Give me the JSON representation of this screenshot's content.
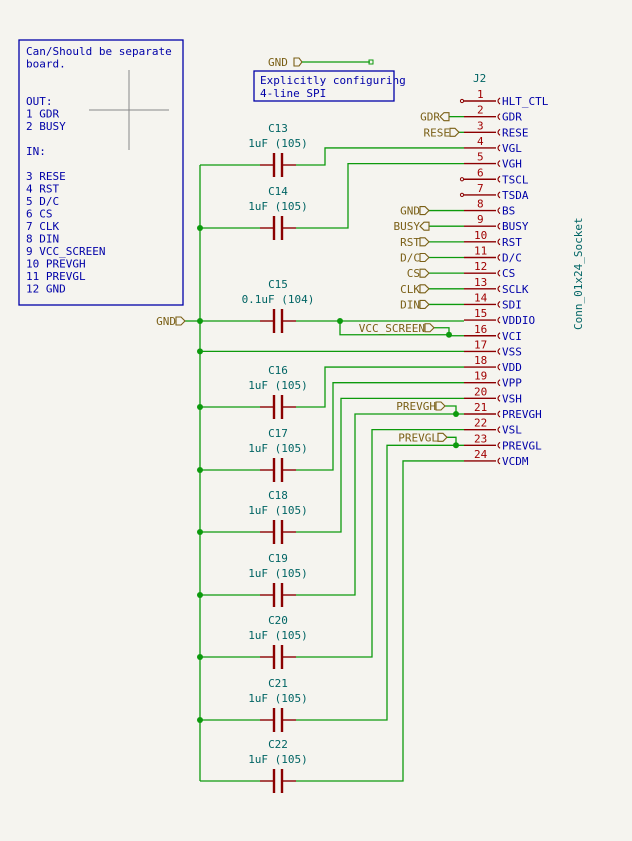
{
  "note": {
    "lines": [
      "Can/Should be separate",
      "board.",
      "",
      "",
      "OUT:",
      "1 GDR",
      "2 BUSY",
      "",
      "IN:",
      "",
      "3 RESE",
      "4 RST",
      "5 D/C",
      "6 CS",
      "7 CLK",
      "8 DIN",
      "9 VCC_SCREEN",
      "10 PREVGH",
      "11 PREVGL",
      "12 GND"
    ]
  },
  "spi_note": {
    "lines": [
      "Explicitly configuring",
      "4-line SPI"
    ],
    "gnd_label": "GND"
  },
  "connector": {
    "ref": "J2",
    "value": "Conn_01x24_Socket",
    "pins": [
      {
        "num": "1",
        "name": "HLT_CTL",
        "net": null,
        "nc": true
      },
      {
        "num": "2",
        "name": "GDR",
        "net": "GDR",
        "dir": "out"
      },
      {
        "num": "3",
        "name": "RESE",
        "net": "RESE",
        "dir": "in"
      },
      {
        "num": "4",
        "name": "VGL",
        "net": "C13"
      },
      {
        "num": "5",
        "name": "VGH",
        "net": "C14"
      },
      {
        "num": "6",
        "name": "TSCL",
        "net": null,
        "nc": true
      },
      {
        "num": "7",
        "name": "TSDA",
        "net": null,
        "nc": true
      },
      {
        "num": "8",
        "name": "BS",
        "net": "GND",
        "dir": "in"
      },
      {
        "num": "9",
        "name": "BUSY",
        "net": "BUSY",
        "dir": "out"
      },
      {
        "num": "10",
        "name": "RST",
        "net": "RST",
        "dir": "in"
      },
      {
        "num": "11",
        "name": "D/C",
        "net": "D/C",
        "dir": "in"
      },
      {
        "num": "12",
        "name": "CS",
        "net": "CS",
        "dir": "in"
      },
      {
        "num": "13",
        "name": "SCLK",
        "net": "CLK",
        "dir": "in"
      },
      {
        "num": "14",
        "name": "SDI",
        "net": "DIN",
        "dir": "in"
      },
      {
        "num": "15",
        "name": "VDDIO",
        "net": "VCC_SCREEN"
      },
      {
        "num": "16",
        "name": "VCI",
        "net": "VCC_SCREEN",
        "dir": "in"
      },
      {
        "num": "17",
        "name": "VSS",
        "net": "GND"
      },
      {
        "num": "18",
        "name": "VDD",
        "net": "C16"
      },
      {
        "num": "19",
        "name": "VPP",
        "net": "C17"
      },
      {
        "num": "20",
        "name": "VSH",
        "net": "C18"
      },
      {
        "num": "21",
        "name": "PREVGH",
        "net": "PREVGH",
        "dir": "in"
      },
      {
        "num": "22",
        "name": "VSL",
        "net": "C20"
      },
      {
        "num": "23",
        "name": "PREVGL",
        "net": "PREVGL",
        "dir": "in"
      },
      {
        "num": "24",
        "name": "VCDM",
        "net": "C22"
      }
    ]
  },
  "capacitors": [
    {
      "ref": "C13",
      "value": "1uF (105)",
      "pin": "4"
    },
    {
      "ref": "C14",
      "value": "1uF (105)",
      "pin": "5"
    },
    {
      "ref": "C15",
      "value": "0.1uF (104)",
      "pin": "15"
    },
    {
      "ref": "C16",
      "value": "1uF (105)",
      "pin": "18"
    },
    {
      "ref": "C17",
      "value": "1uF (105)",
      "pin": "19"
    },
    {
      "ref": "C18",
      "value": "1uF (105)",
      "pin": "20"
    },
    {
      "ref": "C19",
      "value": "1uF (105)",
      "pin": "21"
    },
    {
      "ref": "C20",
      "value": "1uF (105)",
      "pin": "22"
    },
    {
      "ref": "C21",
      "value": "1uF (105)",
      "pin": "23"
    },
    {
      "ref": "C22",
      "value": "1uF (105)",
      "pin": "24"
    }
  ],
  "global_labels": {
    "gnd_left": "GND",
    "vcc_screen": "VCC_SCREEN",
    "prevgh": "PREVGH",
    "prevgl": "PREVGL"
  },
  "colors": {
    "background": "#f5f4ef",
    "wire": "#0d9a0d",
    "pin": "#8b0000",
    "text_blue": "#0000a8",
    "text_teal": "#006464",
    "label_brown": "#7a5f16"
  }
}
